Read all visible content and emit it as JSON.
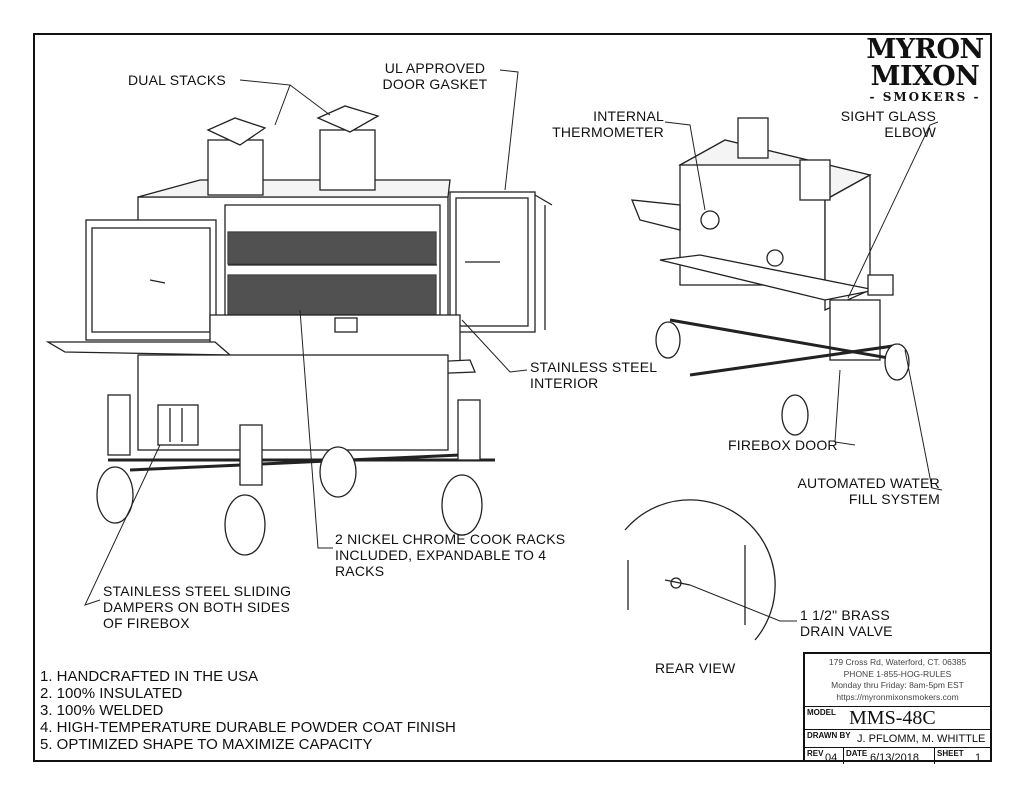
{
  "logo": {
    "line1": "MYRON",
    "line2": "MIXON",
    "line3": "- SMOKERS -"
  },
  "callouts": {
    "dual_stacks": "DUAL STACKS",
    "door_gasket": [
      "UL APPROVED",
      "DOOR GASKET"
    ],
    "internal_thermometer": [
      "INTERNAL",
      "THERMOMETER"
    ],
    "sight_glass": [
      "SIGHT GLASS",
      "ELBOW"
    ],
    "interior": [
      "STAINLESS STEEL",
      "INTERIOR"
    ],
    "firebox_door": "FIREBOX DOOR",
    "water_fill": [
      "AUTOMATED WATER",
      "FILL SYSTEM"
    ],
    "cook_racks": [
      "2 NICKEL CHROME COOK RACKS",
      "INCLUDED, EXPANDABLE TO 4",
      "RACKS"
    ],
    "dampers": [
      "STAINLESS STEEL SLIDING",
      "DAMPERS ON BOTH SIDES",
      "OF FIREBOX"
    ],
    "drain_valve": [
      "1 1/2\" BRASS",
      "DRAIN VALVE"
    ],
    "rear_view": "REAR VIEW"
  },
  "features": [
    "1. HANDCRAFTED IN THE USA",
    "2. 100% INSULATED",
    "3. 100% WELDED",
    "4. HIGH-TEMPERATURE DURABLE POWDER COAT FINISH",
    "5. OPTIMIZED SHAPE TO MAXIMIZE CAPACITY"
  ],
  "title_block": {
    "address": "179 Cross Rd, Waterford, CT. 06385",
    "phone": "PHONE 1-855-HOG-RULES",
    "hours": "Monday thru Friday: 8am-5pm EST",
    "website": "https://myronmixonsmokers.com",
    "model_label": "MODEL",
    "model": "MMS-48C",
    "drawn_by_label": "DRAWN BY",
    "drawn_by": "J. PFLOMM, M. WHITTLE",
    "rev_label": "REV",
    "rev": "04",
    "date_label": "DATE",
    "date": "6/13/2018",
    "sheet_label": "SHEET",
    "sheet": "1"
  }
}
